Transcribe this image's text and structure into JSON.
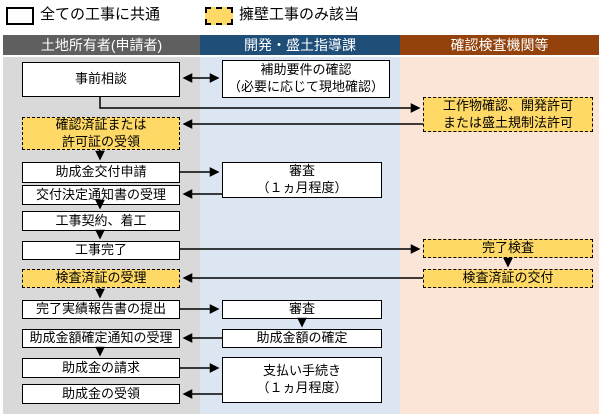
{
  "legend": {
    "all_works_label": "全ての工事に共通",
    "retaining_wall_only_label": "擁壁工事のみ該当"
  },
  "columns": [
    {
      "id": "owner",
      "label": "土地所有者(申請者)"
    },
    {
      "id": "guidance",
      "label": "開発・盛土指導課"
    },
    {
      "id": "inspection",
      "label": "確認検査機関等"
    }
  ],
  "colors": {
    "owner_header": "#5f5f5f",
    "owner_bg": "#d9d9d9",
    "guidance_header": "#1f4e79",
    "guidance_bg": "#dce6f2",
    "inspection_header": "#94420b",
    "inspection_bg": "#fbe5d6",
    "highlight_fill": "#ffd966",
    "line_color": "#000000"
  },
  "nodes": {
    "prior_consultation": "事前相談",
    "subsidy_requirements_check": "補助要件の確認\n（必要に応じて現地確認）",
    "structure_confirmation_permit": "工作物確認、開発許可\nまたは盛土規制法許可",
    "certificate_or_permit_receipt": "確認済証または\n許可証の受領",
    "grant_application": "助成金交付申請",
    "examination_one_month": "審査\n（１ヵ月程度）",
    "grant_decision_notice_receipt": "交付決定通知書の受理",
    "construction_contract_start": "工事契約、着工",
    "construction_completed": "工事完了",
    "completion_inspection": "完了検査",
    "inspection_certificate_issue": "検査済証の交付",
    "inspection_certificate_receipt": "検査済証の受理",
    "completion_report_submission": "完了実績報告書の提出",
    "examination": "審査",
    "grant_amount_determination": "助成金額の確定",
    "amount_determination_notice_receipt": "助成金額確定通知の受理",
    "grant_claim": "助成金の請求",
    "payment_procedure": "支払い手続き\n（１ヵ月程度）",
    "grant_receipt": "助成金の受領"
  }
}
